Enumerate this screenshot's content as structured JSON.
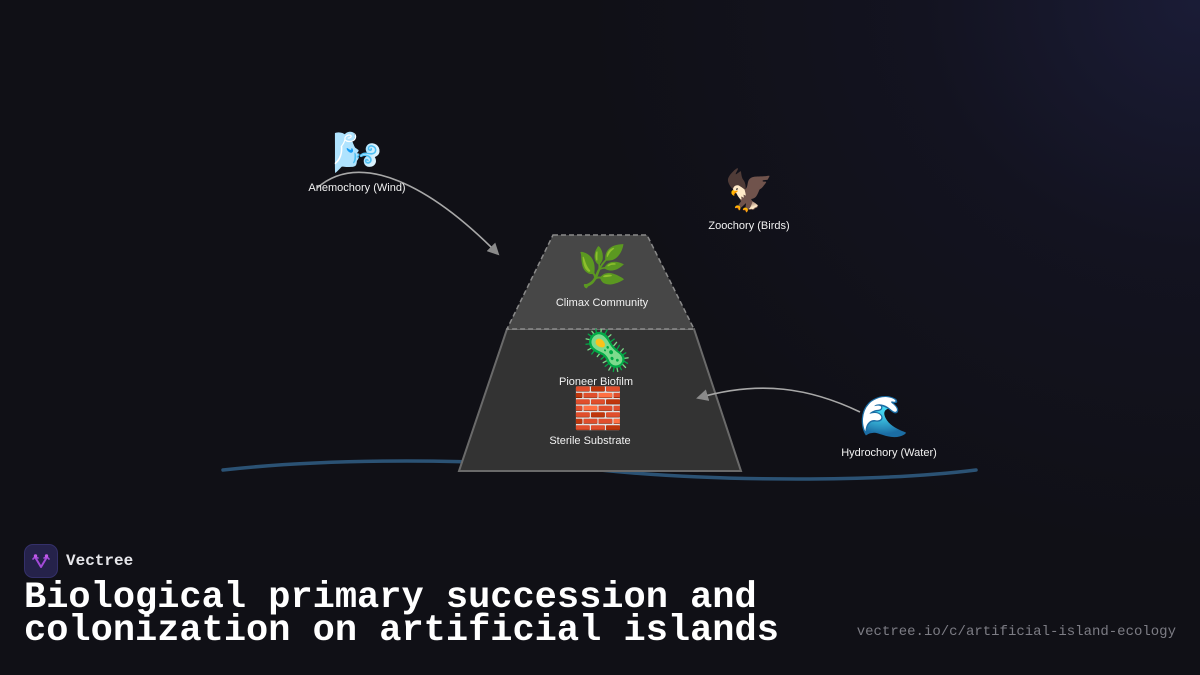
{
  "brand": {
    "name": "Vectree",
    "logo_icon": "vectree-fork-logo",
    "logo_color": "#a24ad8",
    "logo_bg": "#25224a"
  },
  "title": {
    "line1": "Biological primary succession and",
    "line2": "colonization on artificial islands"
  },
  "url": "vectree.io/c/artificial-island-ecology",
  "diagram": {
    "island_layers": [
      {
        "id": "climax",
        "label": "Climax Community",
        "icon": "herb-icon",
        "emoji": "🌿",
        "fill": "#474747",
        "border": "dashed"
      },
      {
        "id": "pioneer",
        "label": "Pioneer Biofilm",
        "icon": "microbe-icon",
        "emoji": "🦠",
        "fill": "#333333",
        "border": "solid"
      },
      {
        "id": "substrate",
        "label": "Sterile Substrate",
        "icon": "brick-icon",
        "emoji": "🧱",
        "fill": "#333333",
        "border": "solid"
      }
    ],
    "dispersal_vectors": [
      {
        "id": "wind",
        "label": "Anemochory (Wind)",
        "icon": "wind-face-icon",
        "emoji": "🌬️",
        "arrow_target": "climax"
      },
      {
        "id": "birds",
        "label": "Zoochory (Birds)",
        "icon": "eagle-icon",
        "emoji": "🦅",
        "arrow_target": null
      },
      {
        "id": "water",
        "label": "Hydrochory (Water)",
        "icon": "water-wave-icon",
        "emoji": "🌊",
        "arrow_target": "pioneer"
      }
    ],
    "colors": {
      "arrow": "#a8a8a8",
      "arrowhead": "#8a8a8a",
      "waterline": "#2b5274",
      "island_outline": "#6a6a6a",
      "dashed_outline": "#8a8a8a"
    }
  }
}
